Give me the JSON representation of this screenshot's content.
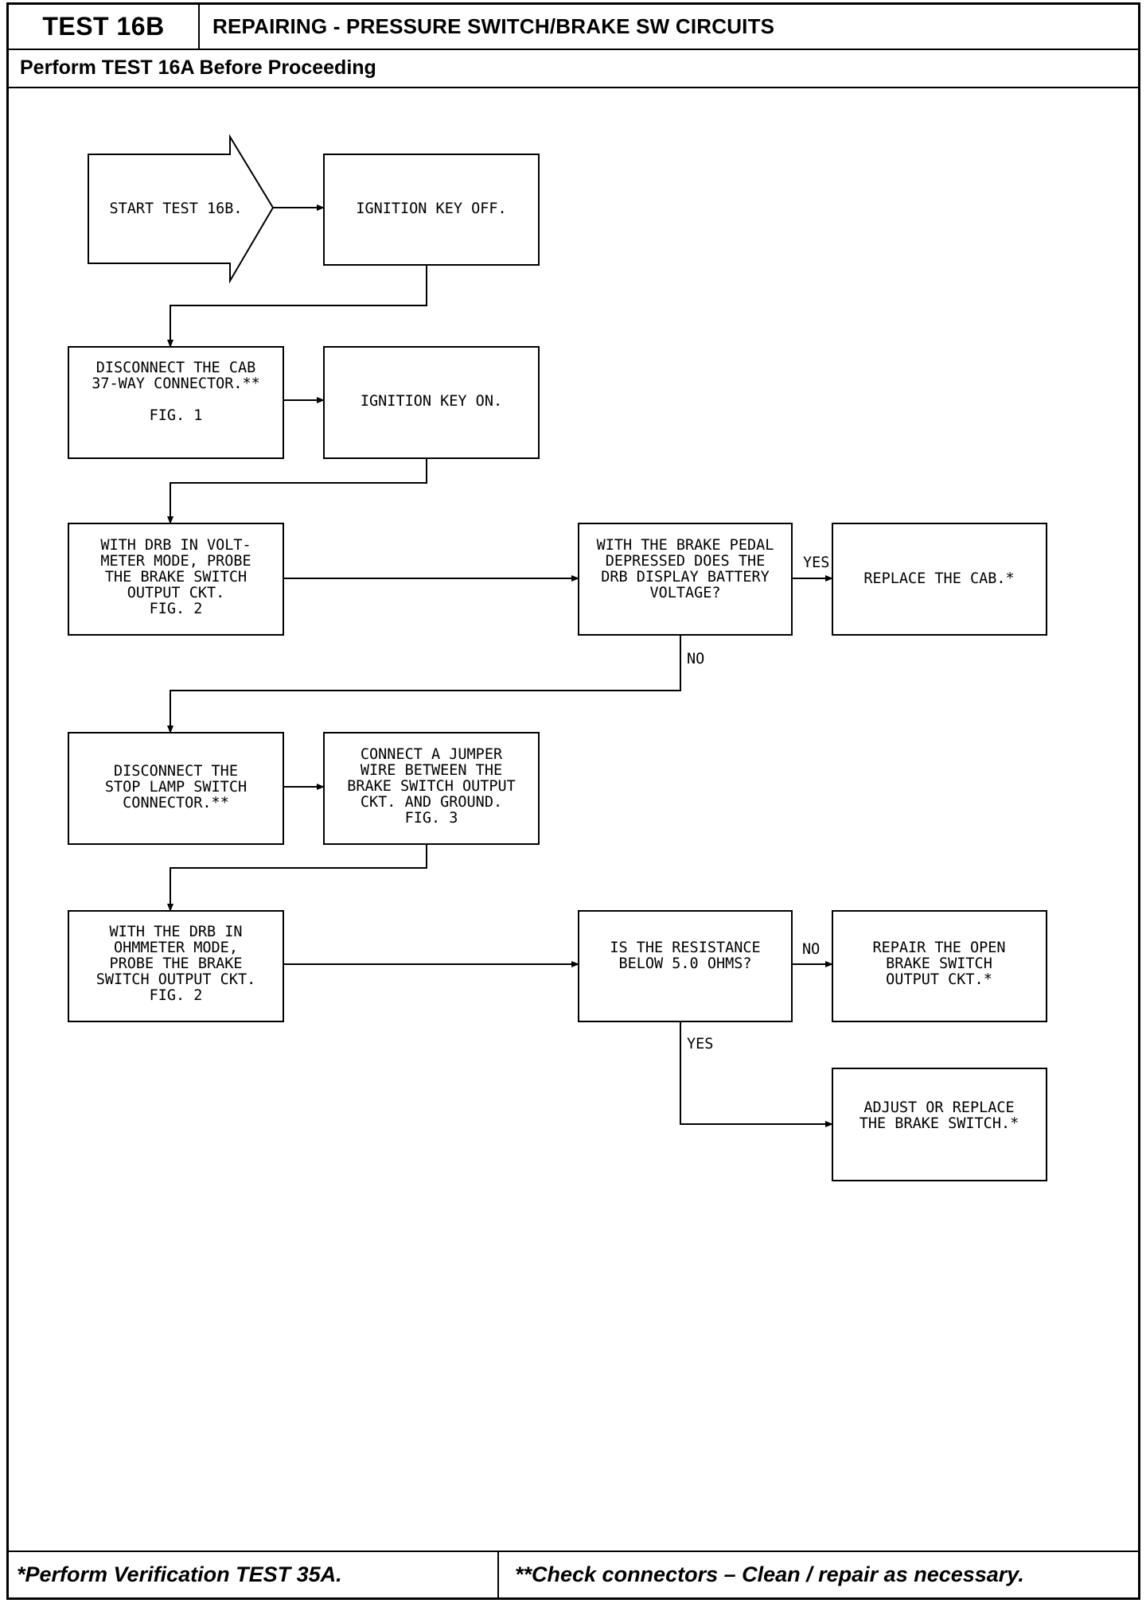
{
  "header": {
    "test_id": "TEST 16B",
    "title": "REPAIRING - PRESSURE SWITCH/BRAKE SW CIRCUITS",
    "prereq": "Perform TEST 16A Before Proceeding"
  },
  "footer": {
    "verification_note": "*Perform Verification TEST 35A.",
    "connector_note": "**Check connectors – Clean / repair as necessary."
  },
  "flow": {
    "start": [
      "START TEST 16B."
    ],
    "ign_off": [
      "IGNITION KEY OFF."
    ],
    "disc_cab": [
      "DISCONNECT THE CAB",
      "37-WAY CONNECTOR.**",
      "",
      "FIG. 1"
    ],
    "ign_on": [
      "IGNITION KEY ON."
    ],
    "probe_volt": [
      "WITH DRB IN VOLT-",
      "METER MODE, PROBE",
      "THE BRAKE SWITCH",
      "OUTPUT CKT.",
      "FIG. 2"
    ],
    "q_battery": [
      "WITH THE BRAKE PEDAL",
      "DEPRESSED DOES THE",
      "DRB DISPLAY BATTERY",
      "VOLTAGE?"
    ],
    "replace_cab": [
      "REPLACE THE CAB.*"
    ],
    "disc_stop": [
      "DISCONNECT THE",
      "STOP LAMP SWITCH",
      "CONNECTOR.**"
    ],
    "jumper": [
      "CONNECT A JUMPER",
      "WIRE BETWEEN THE",
      "BRAKE SWITCH OUTPUT",
      "CKT. AND GROUND.",
      "FIG. 3"
    ],
    "probe_ohm": [
      "WITH THE DRB IN",
      "OHMMETER MODE,",
      "PROBE THE BRAKE",
      "SWITCH OUTPUT CKT.",
      "FIG. 2"
    ],
    "q_resist": [
      "IS THE RESISTANCE",
      "BELOW 5.0 OHMS?"
    ],
    "repair_open": [
      "REPAIR THE OPEN",
      "BRAKE SWITCH",
      "OUTPUT CKT.*"
    ],
    "adjust": [
      "ADJUST OR REPLACE",
      "THE BRAKE SWITCH.*"
    ],
    "yes_label": "YES",
    "no_label": "NO"
  }
}
